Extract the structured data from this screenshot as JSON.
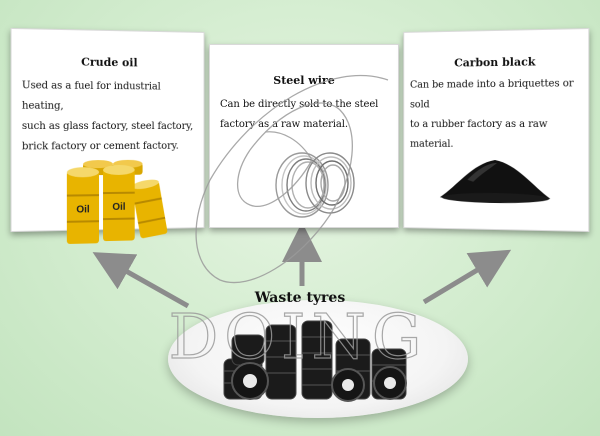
{
  "cards": [
    {
      "title": "Crude oil",
      "lines": [
        "Used as a fuel for industrial heating,",
        "such as glass factory, steel factory,",
        "brick factory or cement factory."
      ],
      "barrel_label": "Oil",
      "illustration": "oil-barrels-icon"
    },
    {
      "title": "Steel wire",
      "lines": [
        "Can be directly sold to the steel",
        "factory as a raw material."
      ],
      "illustration": "steel-wire-coil-icon"
    },
    {
      "title": "Carbon black",
      "lines": [
        "Can be made into a briquettes or sold",
        "to a rubber factory as a raw material."
      ],
      "illustration": "carbon-black-pile-icon"
    }
  ],
  "source": {
    "title": "Waste tyres",
    "illustration": "tyre-pile-icon"
  },
  "watermark": {
    "text": "DOING"
  },
  "colors": {
    "background": "#cfe9c9",
    "arrow": "#8c8c8c",
    "barrel": "#e8b400"
  }
}
